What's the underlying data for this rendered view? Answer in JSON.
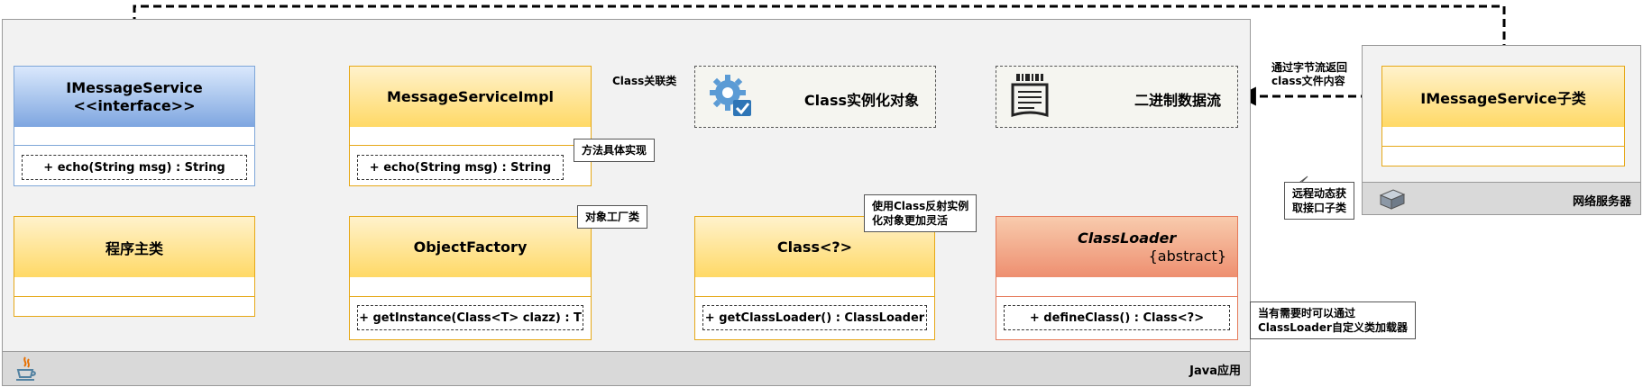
{
  "regions": {
    "java_app": "Java应用",
    "network_server": "网络服务器"
  },
  "classes": {
    "imessage_service": {
      "name": "IMessageService",
      "stereotype": "<<interface>>",
      "method": "+ echo(String msg) : String"
    },
    "message_service_impl": {
      "name": "MessageServiceImpl",
      "method": "+ echo(String msg) : String"
    },
    "main_class": {
      "name": "程序主类"
    },
    "object_factory": {
      "name": "ObjectFactory",
      "method": "+ getInstance(Class<T> clazz) : T"
    },
    "class_generic": {
      "name": "Class<?>",
      "method": "+ getClassLoader() : ClassLoader"
    },
    "class_loader": {
      "name": "ClassLoader",
      "modifier": "{abstract}",
      "method": "+ defineClass() : Class<?>"
    },
    "remote_subclass": {
      "name": "IMessageService子类"
    }
  },
  "objects": {
    "class_instance": "Class实例化对象",
    "binary_stream": "二进制数据流"
  },
  "notes": {
    "impl_note": "方法具体实现",
    "factory_note": "对象工厂类",
    "reflection_note_1": "使用Class反射实例",
    "reflection_note_2": "化对象更加灵活",
    "loader_note_1": "当有需要时可以通过",
    "loader_note_2": "ClassLoader自定义类加载器",
    "remote_note_1": "远程动态获",
    "remote_note_2": "取接口子类"
  },
  "labels": {
    "class_assoc": "Class关联类",
    "byte_return_1": "通过字节流返回",
    "byte_return_2": "class文件内容"
  },
  "icons": [
    "gear-check-icon",
    "binary-document-icon",
    "java-icon",
    "server-icon"
  ],
  "colors": {
    "interface_fill": "#7ea6e0",
    "class_fill": "#ffd966",
    "abstract_fill": "#ee8f70",
    "region_fill": "#f2f2f2"
  }
}
